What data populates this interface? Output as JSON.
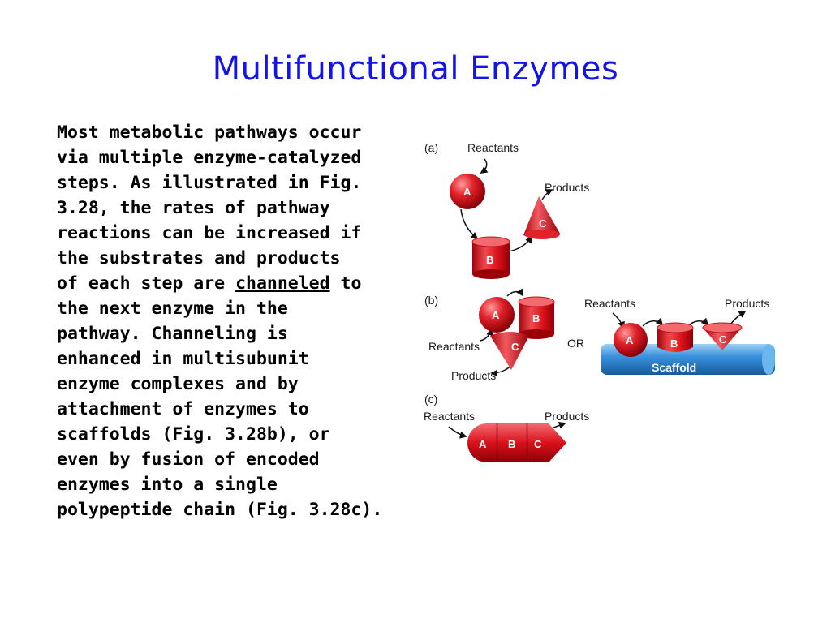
{
  "slide": {
    "title": "Multifunctional Enzymes",
    "body": {
      "lines": [
        "Most metabolic pathways occur",
        "via multiple enzyme-catalyzed",
        "steps. As illustrated in Fig.",
        "3.28, the rates of pathway",
        "reactions can be increased if",
        "the substrates and products",
        {
          "before": "of each step are ",
          "underlined": "channeled",
          "after": " to"
        },
        "the next enzyme in the",
        "pathway. Channeling is",
        "enhanced in multisubunit",
        "enzyme complexes and by",
        "attachment of enzymes to",
        "scaffolds (Fig. 3.28b), or",
        "even by fusion of encoded",
        "enzymes into a single",
        "polypeptide chain (Fig. 3.28c)."
      ]
    }
  },
  "figure": {
    "panel_a": {
      "tag": "(a)",
      "reactants": "Reactants",
      "products": "Products",
      "enzymes": [
        "A",
        "B",
        "C"
      ]
    },
    "panel_b": {
      "tag": "(b)",
      "reactants": "Reactants",
      "products": "Products",
      "enzymes": [
        "A",
        "B",
        "C"
      ],
      "or": "OR"
    },
    "panel_b_scaffold": {
      "reactants": "Reactants",
      "products": "Products",
      "enzymes": [
        "A",
        "B",
        "C"
      ],
      "scaffold": "Scaffold"
    },
    "panel_c": {
      "tag": "(c)",
      "reactants": "Reactants",
      "products": "Products",
      "enzymes": [
        "A",
        "B",
        "C"
      ]
    }
  },
  "colors": {
    "title": "#1414e6",
    "enzyme_red": "#d9101a",
    "scaffold_blue": "#2f86d4"
  }
}
